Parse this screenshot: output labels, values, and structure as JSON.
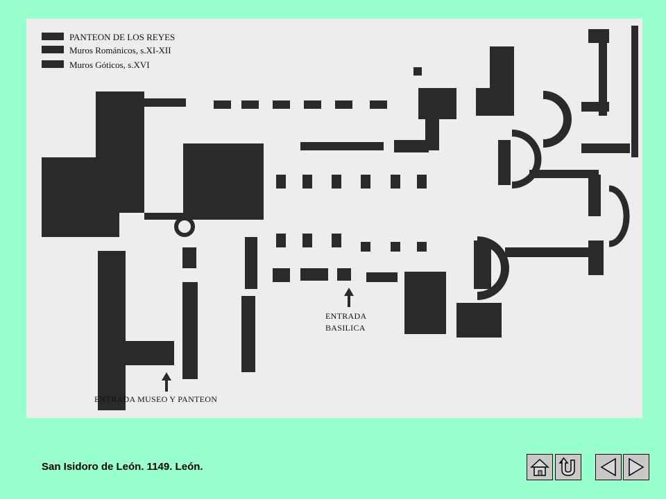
{
  "legend": {
    "items": [
      {
        "label": "PANTEON DE LOS REYES"
      },
      {
        "label": "Muros Románicos, s.XI-XII"
      },
      {
        "label": "Muros Góticos, s.XVI"
      }
    ]
  },
  "plan": {
    "entrance_basilica_line1": "ENTRADA",
    "entrance_basilica_line2": "BASILICA",
    "entrance_museum": "ENTRADA MUSEO Y PANTEON"
  },
  "caption": "San Isidoro de León. 1149. León.",
  "nav": {
    "buttons": [
      {
        "icon": "home-icon"
      },
      {
        "icon": "return-icon"
      },
      {
        "icon": "previous-icon"
      },
      {
        "icon": "next-icon"
      }
    ]
  },
  "colors": {
    "background": "#99ffcc",
    "walls": "#2a2a2a",
    "paper": "#ededed",
    "button": "#c8c8c8"
  }
}
